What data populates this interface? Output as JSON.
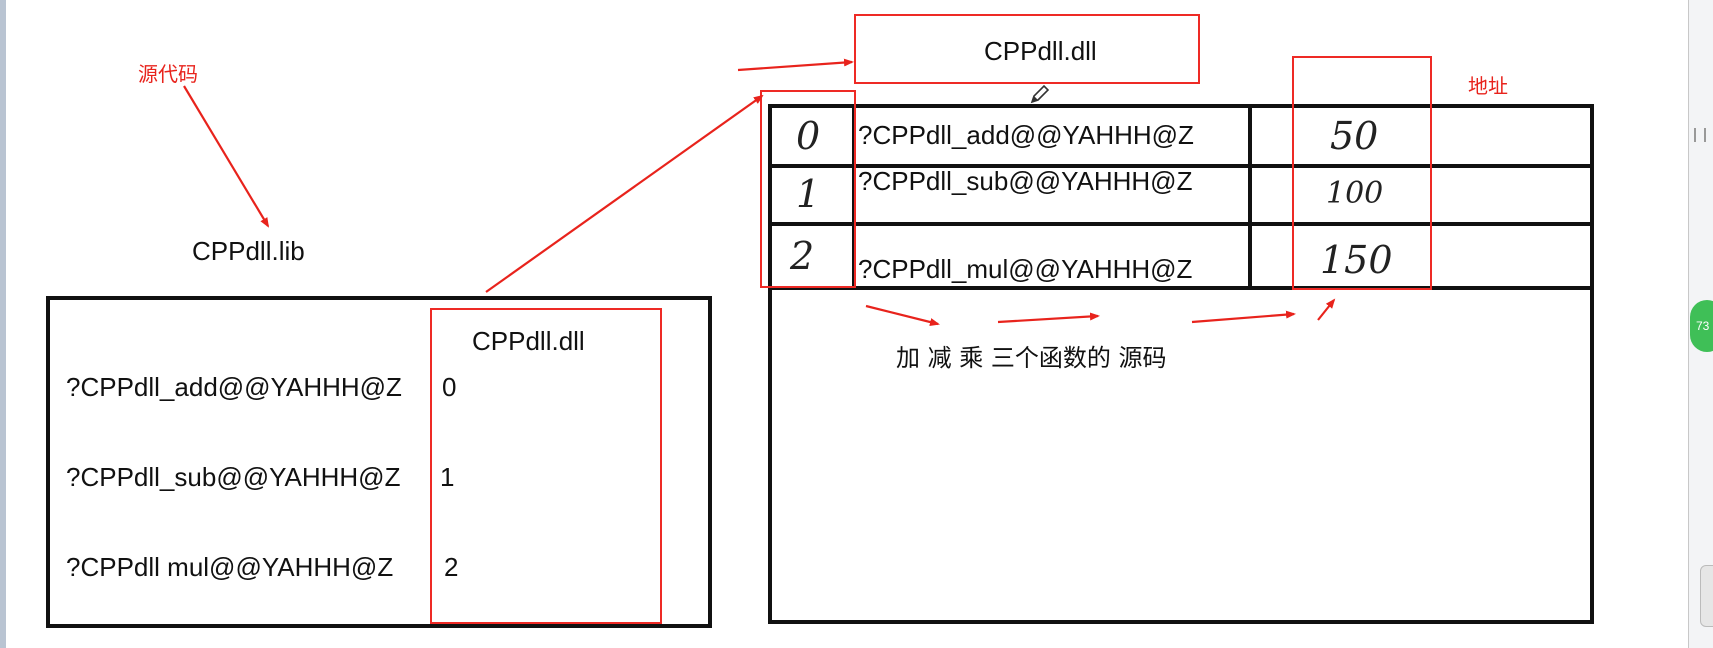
{
  "annotations": {
    "source_code_label": "源代码",
    "address_label": "地址",
    "functions_source_note": "加 减 乘 三个函数的 源码"
  },
  "lib": {
    "title": "CPPdll.lib",
    "dll_column_header": "CPPdll.dll",
    "rows": [
      {
        "symbol": "?CPPdll_add@@YAHHH@Z",
        "index": "0"
      },
      {
        "symbol": "?CPPdll_sub@@YAHHH@Z",
        "index": "1"
      },
      {
        "symbol": "?CPPdll mul@@YAHHH@Z",
        "index": "2"
      }
    ]
  },
  "dll": {
    "title": "CPPdll.dll",
    "rows": [
      {
        "index": "0",
        "symbol": "?CPPdll_add@@YAHHH@Z",
        "address": "50"
      },
      {
        "index": "1",
        "symbol": "?CPPdll_sub@@YAHHH@Z",
        "address": "100"
      },
      {
        "index": "2",
        "symbol": "?CPPdll_mul@@YAHHH@Z",
        "address": "150"
      }
    ]
  },
  "ui": {
    "badge_text": "73",
    "arrow_color": "#e8231c",
    "box_color": "#ee2a25"
  }
}
